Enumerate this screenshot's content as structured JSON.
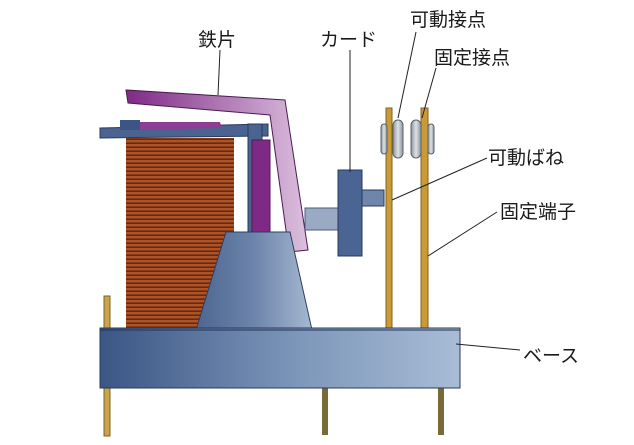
{
  "labels": {
    "iron_piece": "鉄片",
    "card": "カード",
    "movable_contact": "可動接点",
    "fixed_contact": "固定接点",
    "movable_spring": "可動ばね",
    "fixed_terminal": "固定端子",
    "base": "ベース"
  },
  "colors": {
    "base_light": "#9eb4cf",
    "base_dark": "#3b5585",
    "iron_piece": "#7e2a85",
    "coil": "#b2562a",
    "spring": "#c99a36",
    "contact": "#b8bfc7",
    "card": "#4a6494"
  }
}
